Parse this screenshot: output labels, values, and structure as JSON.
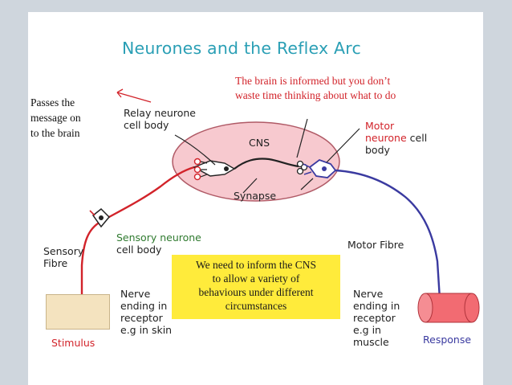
{
  "title": "Neurones and the Reflex Arc",
  "notes": {
    "brain_informed": [
      "The brain is informed but you don’t",
      "waste  time thinking about  what  to do"
    ],
    "passes_message": [
      "Passes the",
      "message  on",
      "to the brain"
    ],
    "inform_cns": [
      "We need to inform the CNS",
      "to allow a variety of",
      "behaviours under different",
      "circumstances"
    ]
  },
  "labels": {
    "relay_neurone": [
      "Relay neurone",
      "cell body"
    ],
    "cns": "CNS",
    "synapse": "Synapse",
    "motor_neurone": [
      "Motor",
      "neurone",
      "cell",
      "body"
    ],
    "sensory_neurone": [
      "Sensory neurone",
      "cell body"
    ],
    "sensory_fibre": [
      "Sensory",
      "Fibre"
    ],
    "motor_fibre": "Motor Fibre",
    "nerve_skin": [
      "Nerve",
      "ending in",
      "receptor",
      "e.g in skin"
    ],
    "nerve_muscle": [
      "Nerve",
      "ending in",
      "receptor",
      "e.g in",
      "muscle"
    ],
    "stimulus": "Stimulus",
    "response": "Response"
  },
  "colors": {
    "title": "#2a9fb5",
    "sensory": "#d2232a",
    "motor": "#3a3aa0",
    "cns_fill": "#f7c9cf",
    "note_box": "#ffeb3b"
  }
}
